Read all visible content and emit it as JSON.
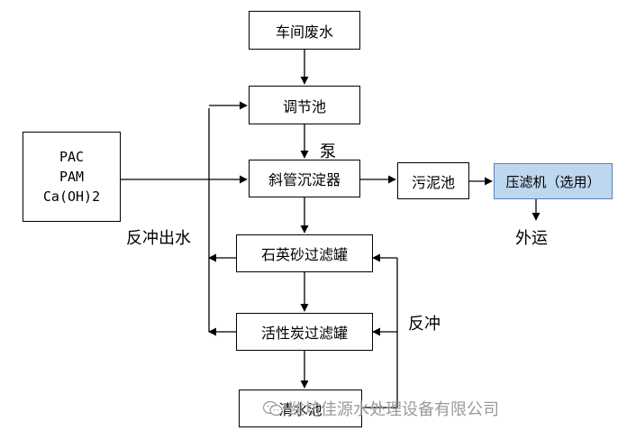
{
  "nodes": {
    "workshop_wastewater": "车间废水",
    "regulating_tank": "调节池",
    "inclined_tube_settler": "斜管沉淀器",
    "sludge_tank": "污泥池",
    "filter_press": "压滤机（选用）",
    "quartz_sand_filter": "石英砂过滤罐",
    "activated_carbon_filter": "活性炭过滤罐",
    "clear_water_tank": "清水池"
  },
  "chemicals": [
    "PAC",
    "PAM",
    "Ca(OH)2"
  ],
  "labels": {
    "pump": "泵",
    "backwash_outlet": "反冲出水",
    "backwash": "反冲",
    "transport_out": "外运"
  },
  "watermark": "潍坊佳源水处理设备有限公司",
  "colors": {
    "highlight_fill": "#bdd7ee",
    "line": "#000000",
    "watermark": "#9a9a9a"
  }
}
